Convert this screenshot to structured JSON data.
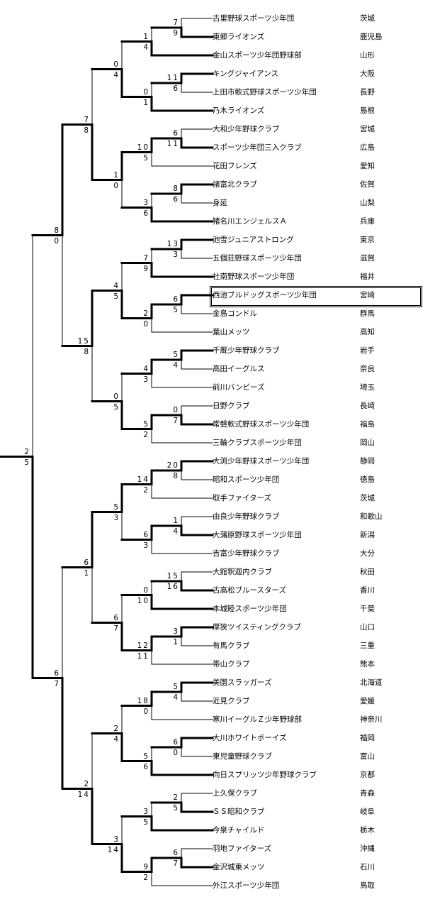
{
  "teams": [
    {
      "name": "古里野球スポーツ少年団",
      "pref": "茨城"
    },
    {
      "name": "東郷ライオンズ",
      "pref": "鹿児島"
    },
    {
      "name": "金山スポーツ少年団野球部",
      "pref": "山形"
    },
    {
      "name": "キングジャイアンス",
      "pref": "大阪"
    },
    {
      "name": "上田市軟式野球スポーツ少年団",
      "pref": "長野"
    },
    {
      "name": "乃木ライオンズ",
      "pref": "島根"
    },
    {
      "name": "大和少年野球クラブ",
      "pref": "宮城"
    },
    {
      "name": "スポーツ少年団三入クラブ",
      "pref": "広島"
    },
    {
      "name": "花田フレンズ",
      "pref": "愛知"
    },
    {
      "name": "諸富北クラブ",
      "pref": "佐賀"
    },
    {
      "name": "身延",
      "pref": "山梨"
    },
    {
      "name": "猪名川エンジェルスＡ",
      "pref": "兵庫"
    },
    {
      "name": "池雪ジュニアストロング",
      "pref": "東京"
    },
    {
      "name": "五個荘野球スポーツ少年団",
      "pref": "滋賀"
    },
    {
      "name": "社南野球スポーツ少年団",
      "pref": "福井"
    },
    {
      "name": "西池ブルドッグスポーツ少年団",
      "pref": "宮崎"
    },
    {
      "name": "金島コンドル",
      "pref": "群馬"
    },
    {
      "name": "葉山メッツ",
      "pref": "高知"
    },
    {
      "name": "千厩少年野球クラブ",
      "pref": "岩手"
    },
    {
      "name": "高田イーグルス",
      "pref": "奈良"
    },
    {
      "name": "前川バンビーズ",
      "pref": "埼玉"
    },
    {
      "name": "日野クラブ",
      "pref": "長崎"
    },
    {
      "name": "常磐軟式野球スポーツ少年団",
      "pref": "福島"
    },
    {
      "name": "三輪クラブスポーツ少年団",
      "pref": "岡山"
    },
    {
      "name": "大渕少年野球スポーツ少年団",
      "pref": "静岡"
    },
    {
      "name": "昭和スポーツ少年団",
      "pref": "徳島"
    },
    {
      "name": "取手ファイターズ",
      "pref": "茨城"
    },
    {
      "name": "由良少年野球クラブ",
      "pref": "和歌山"
    },
    {
      "name": "大蒲原野球スポーツ少年団",
      "pref": "新潟"
    },
    {
      "name": "吉富少年野球クラブ",
      "pref": "大分"
    },
    {
      "name": "大館釈迦内クラブ",
      "pref": "秋田"
    },
    {
      "name": "古高松ブルースターズ",
      "pref": "香川"
    },
    {
      "name": "本城睦スポーツ少年団",
      "pref": "千葉"
    },
    {
      "name": "厚狭ツイスティングクラブ",
      "pref": "山口"
    },
    {
      "name": "有馬クラブ",
      "pref": "三重"
    },
    {
      "name": "帯山クラブ",
      "pref": "熊本"
    },
    {
      "name": "美園スラッガーズ",
      "pref": "北海道"
    },
    {
      "name": "近見クラブ",
      "pref": "愛媛"
    },
    {
      "name": "寒川イーグルＺ少年野球部",
      "pref": "神奈川"
    },
    {
      "name": "大川ホワイトボーイズ",
      "pref": "福岡"
    },
    {
      "name": "東児童野球クラブ",
      "pref": "富山"
    },
    {
      "name": "向日スプリッツ少年野球クラブ",
      "pref": "京都"
    },
    {
      "name": "上久保クラブ",
      "pref": "青森"
    },
    {
      "name": "ＳＳ昭和クラブ",
      "pref": "岐阜"
    },
    {
      "name": "今泉チャイルド",
      "pref": "栃木"
    },
    {
      "name": "羽地ファイターズ",
      "pref": "沖縄"
    },
    {
      "name": "金沢城東メッツ",
      "pref": "石川"
    },
    {
      "name": "外江スポーツ少年団",
      "pref": "鳥取"
    }
  ],
  "highlighted_team_index": 15,
  "scores": {
    "r1": [
      [
        "7",
        "9"
      ],
      [
        "11",
        "6"
      ],
      [
        "6",
        "11"
      ],
      [
        "8",
        "6"
      ],
      [
        "13",
        "3"
      ],
      [
        "6",
        "5"
      ],
      [
        "5",
        "4"
      ],
      [
        "0",
        "7"
      ],
      [
        "20",
        "8"
      ],
      [
        "1",
        "4"
      ],
      [
        "15",
        "16"
      ],
      [
        "3",
        "1"
      ],
      [
        "5",
        "4"
      ],
      [
        "6",
        "0"
      ],
      [
        "2",
        "5"
      ],
      [
        "6",
        "7"
      ]
    ],
    "r2": [
      [
        "1",
        "4"
      ],
      [
        "0",
        "1"
      ],
      [
        "10",
        "5"
      ],
      [
        "3",
        "6"
      ],
      [
        "7",
        "9"
      ],
      [
        "2",
        "0"
      ],
      [
        "4",
        "3"
      ],
      [
        "5",
        "2"
      ],
      [
        "14",
        "2"
      ],
      [
        "6",
        "3"
      ],
      [
        "0",
        "10"
      ],
      [
        "12",
        "11"
      ],
      [
        "18",
        "0"
      ],
      [
        "5",
        "6"
      ],
      [
        "3",
        "5"
      ],
      [
        "9",
        "2"
      ]
    ],
    "r3": [
      [
        "0",
        "4"
      ],
      [
        "1",
        "0"
      ],
      [
        "4",
        "5"
      ],
      [
        "0",
        "5"
      ],
      [
        "5",
        "3"
      ],
      [
        "6",
        "7"
      ],
      [
        "2",
        "4"
      ],
      [
        "3",
        "14"
      ]
    ],
    "r4": [
      [
        "7",
        "8"
      ],
      [
        "15",
        "8"
      ],
      [
        "6",
        "1"
      ],
      [
        "2",
        "14"
      ]
    ],
    "r5": [
      [
        "8",
        "0"
      ],
      [
        "6",
        "7"
      ]
    ],
    "r6": [
      [
        "2",
        "5"
      ]
    ]
  }
}
